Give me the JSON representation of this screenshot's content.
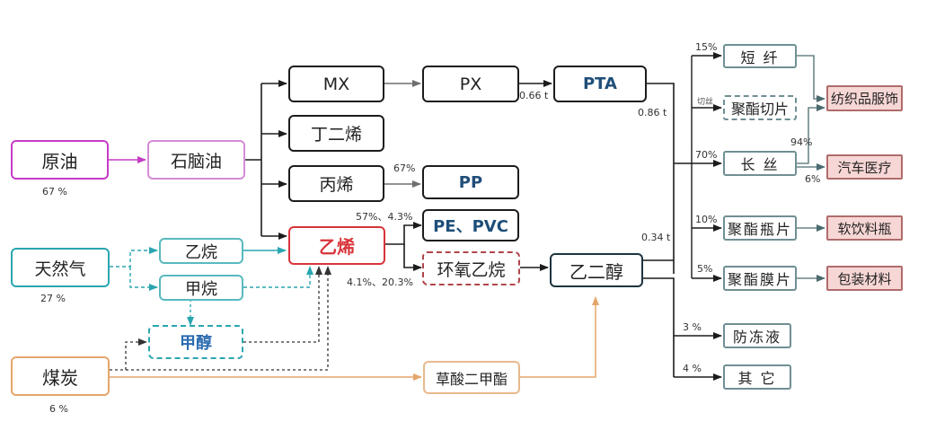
{
  "nodes": {
    "crude_oil": "原油",
    "naphtha": "石脑油",
    "natural_gas": "天然气",
    "coal": "煤炭",
    "mx": "MX",
    "butadiene": "丁二烯",
    "propylene": "丙烯",
    "ethylene": "乙烯",
    "ethane": "乙烷",
    "methane": "甲烷",
    "methanol": "甲醇",
    "px": "PX",
    "pp": "PP",
    "pe_pvc": "PE、PVC",
    "ethylene_oxide": "环氧乙烷",
    "dimethyl_oxalate": "草酸二甲酯",
    "pta": "PTA",
    "ethylene_glycol": "乙二醇",
    "staple_fiber": "短 纤",
    "polyester_chips": "聚酯切片",
    "filament": "长 丝",
    "polyester_bottle_chips": "聚酯瓶片",
    "polyester_film_chips": "聚酯膜片",
    "antifreeze": "防冻液",
    "others": "其 它",
    "textiles_apparel": "纺织品服饰",
    "auto_medical": "汽车医疗",
    "soft_drink_bottles": "软饮料瓶",
    "packaging_materials": "包装材料"
  },
  "labels": {
    "crude_oil_share": "67 %",
    "natural_gas_share": "27 %",
    "coal_share": "6 %",
    "propylene_to_pp": "67%",
    "ethylene_to_pe_pvc": "57%、4.3%",
    "ethylene_to_eo": "4.1%、20.3%",
    "px_to_pta": "0.66 t",
    "pta_to_polyester": "0.86 t",
    "eg_to_polyester": "0.34 t",
    "to_staple_fiber": "15%",
    "to_polyester_chips": "切丝",
    "to_filament": "70%",
    "to_bottle_chips": "10%",
    "to_film_chips": "5%",
    "to_antifreeze": "3 %",
    "to_others": "4 %",
    "to_textiles": "94%",
    "to_auto_medical": "6%"
  },
  "colors": {
    "black": "#1c1c1c",
    "magenta": "#c63bc6",
    "teal": "#2aa6b0",
    "orange": "#e5a66b",
    "red": "#d8343a",
    "pink_fill": "#f7d7d5",
    "grey": "#6f8f93"
  }
}
